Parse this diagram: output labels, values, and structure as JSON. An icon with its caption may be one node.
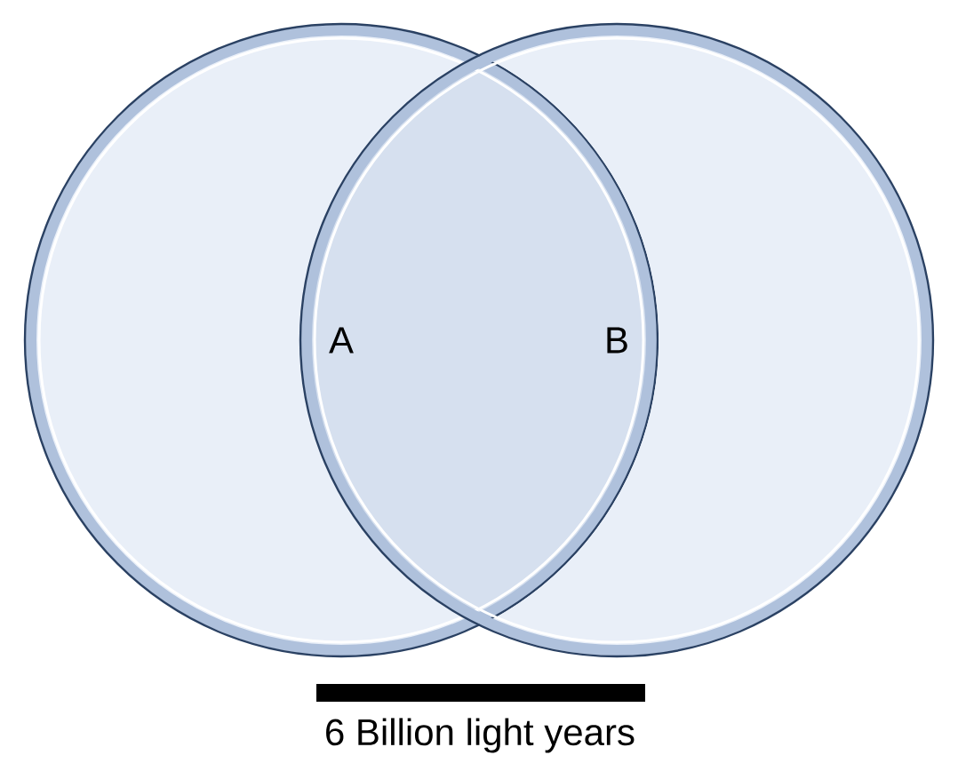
{
  "diagram": {
    "nodes": [
      {
        "text": [
          "A"
        ]
      },
      {
        "text": [
          "B"
        ]
      }
    ],
    "labels": [
      "6 Billion light years"
    ]
  }
}
